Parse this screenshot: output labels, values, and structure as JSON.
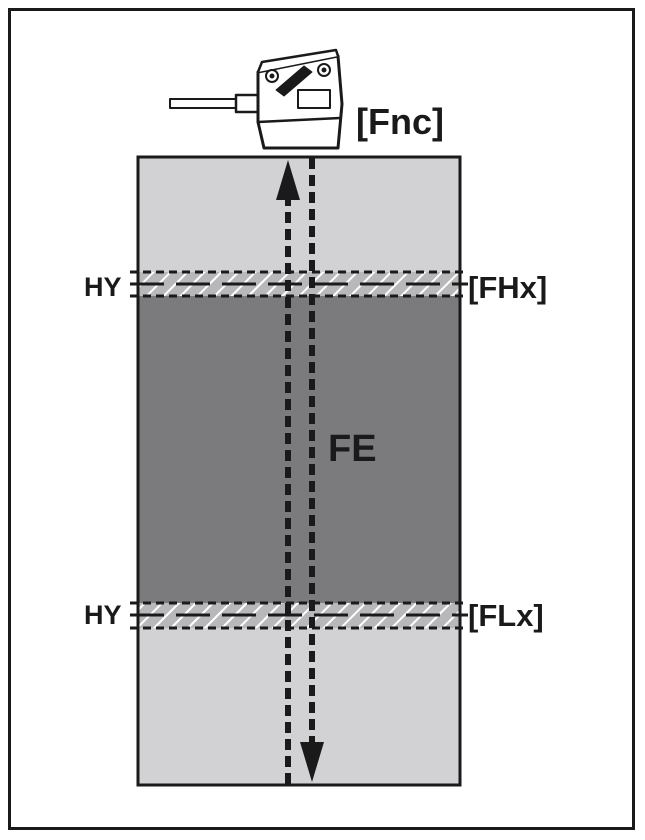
{
  "labels": {
    "function": "[Fnc]",
    "hysteresis_top": "HY",
    "high_limit": "[FHx]",
    "window": "FE",
    "hysteresis_bottom": "HY",
    "low_limit": "[FLx]"
  },
  "colors": {
    "outside_zone": "#d2d2d4",
    "window_zone": "#7b7b7d",
    "hysteresis_band": "#b8b8ba",
    "line": "#1a1a1a"
  },
  "icons": {
    "sensor": "sensor-icon",
    "arrow": "double-arrow-icon"
  }
}
